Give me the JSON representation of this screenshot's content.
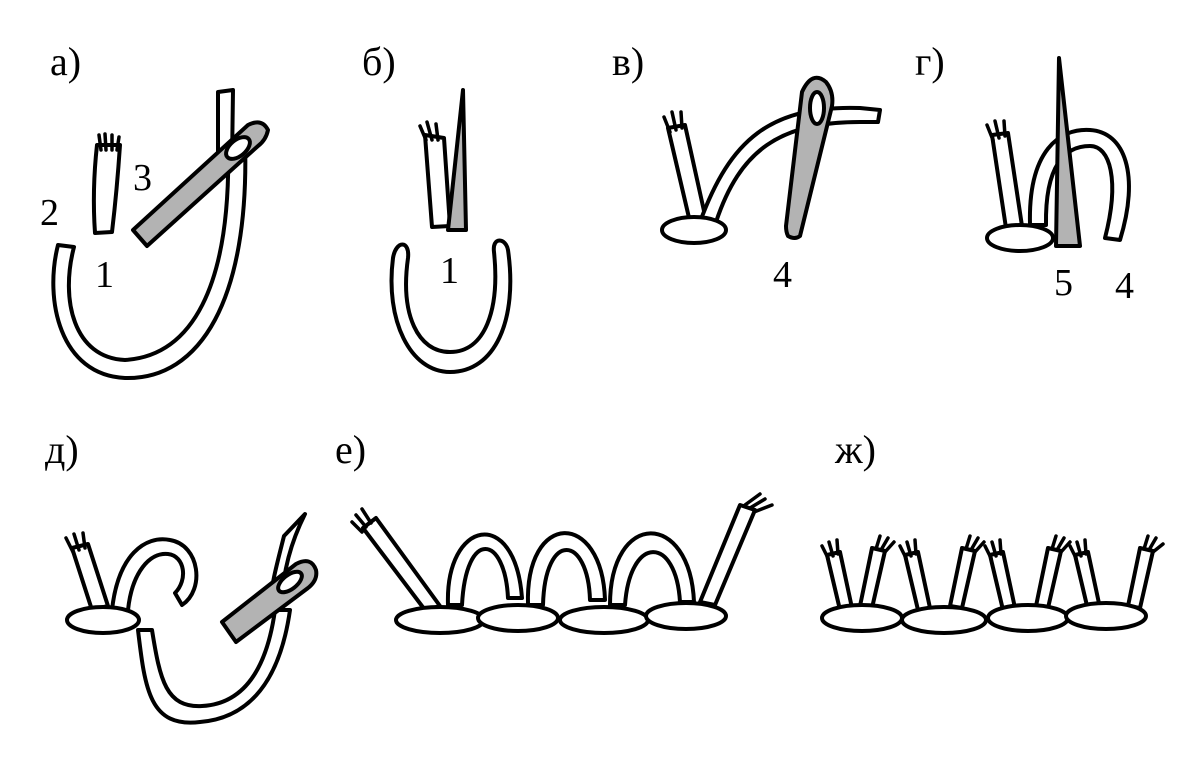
{
  "colors": {
    "needle_fill": "#b3b3b3",
    "outline": "#000000",
    "thread_fill": "#ffffff"
  },
  "panels": [
    {
      "label": "а)",
      "numbers": [
        "3",
        "2",
        "1"
      ]
    },
    {
      "label": "б)",
      "numbers": [
        "1"
      ]
    },
    {
      "label": "в)",
      "numbers": [
        "4"
      ]
    },
    {
      "label": "г)",
      "numbers": [
        "5",
        "4"
      ]
    },
    {
      "label": "д)",
      "numbers": []
    },
    {
      "label": "е)",
      "numbers": []
    },
    {
      "label": "ж)",
      "numbers": []
    }
  ]
}
